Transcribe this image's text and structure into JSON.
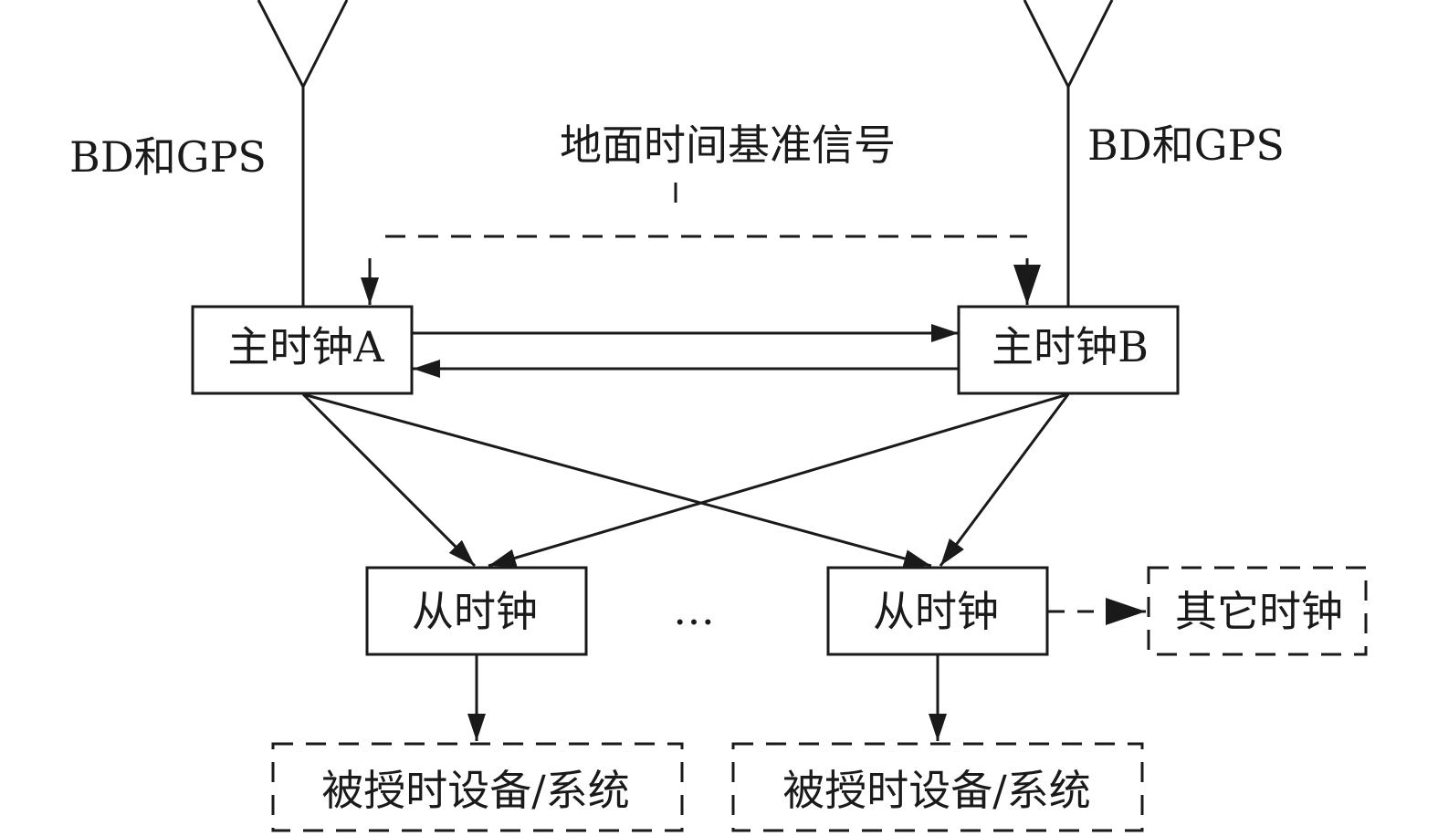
{
  "antennas": {
    "left_label": "BD和GPS",
    "right_label": "BD和GPS"
  },
  "ground_reference": {
    "label": "地面时间基准信号"
  },
  "master_clocks": {
    "a": "主时钟A",
    "b": "主时钟B"
  },
  "slave_clocks": {
    "left": "从时钟",
    "right": "从时钟",
    "ellipsis": "…"
  },
  "other_clock": {
    "label": "其它时钟"
  },
  "timed_devices": {
    "left": "被授时设备/系统",
    "right": "被授时设备/系统"
  },
  "colors": {
    "line": "#1a1a1a",
    "background": "#ffffff"
  }
}
